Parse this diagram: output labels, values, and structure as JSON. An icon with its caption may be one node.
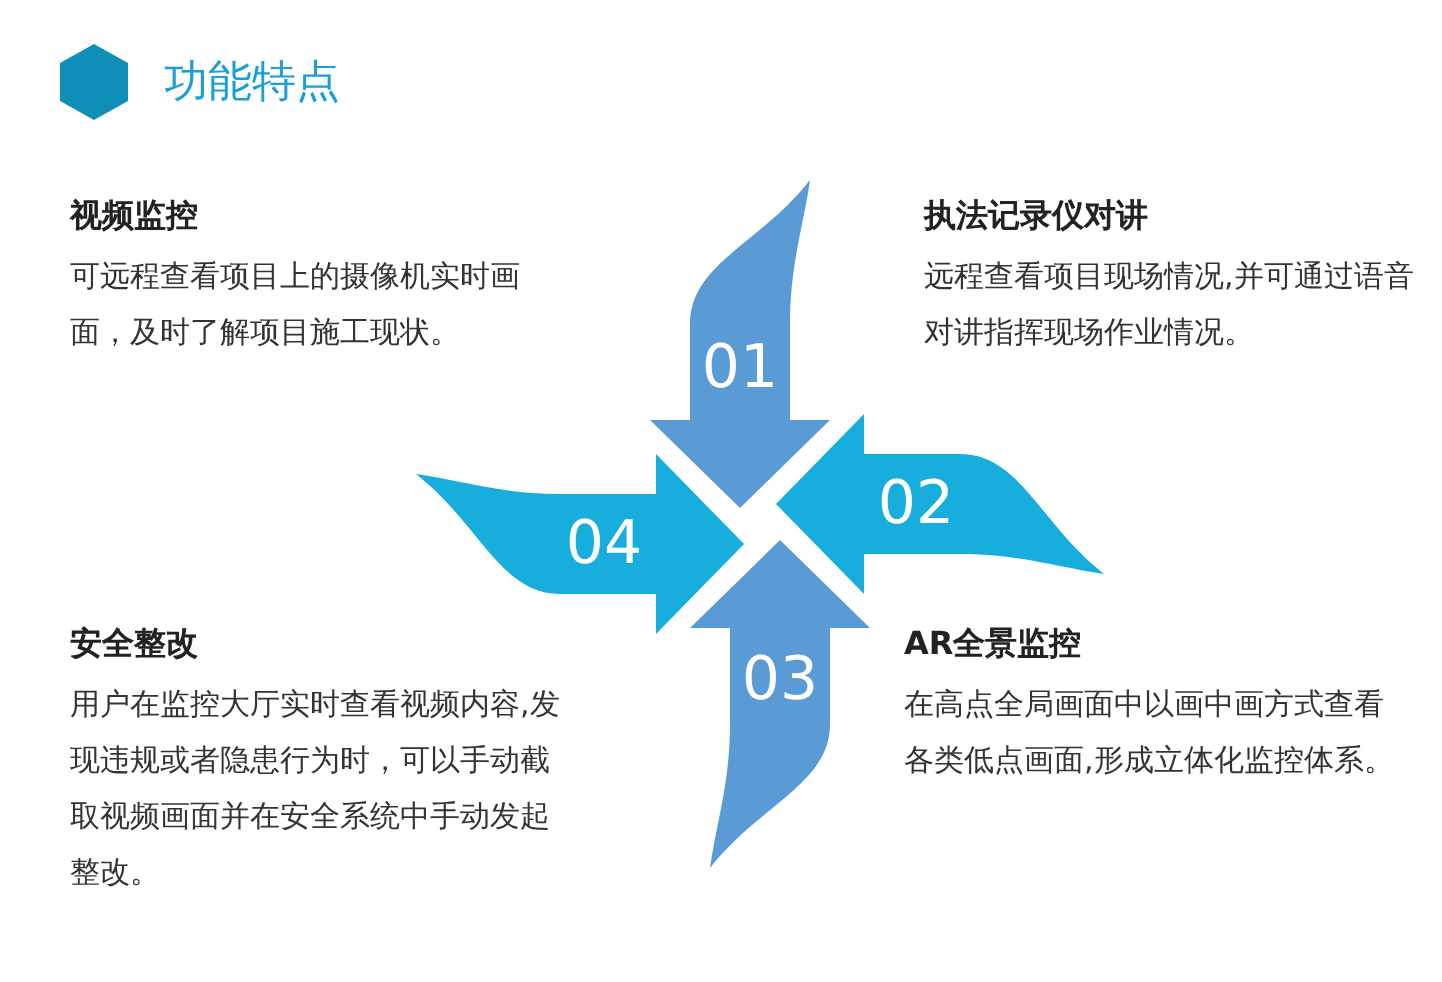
{
  "diagram": {
    "title": "功能特点",
    "nodes": [
      {
        "text": [
          "01"
        ]
      },
      {
        "text": [
          "02"
        ]
      },
      {
        "text": [
          "03"
        ]
      },
      {
        "text": [
          "04"
        ]
      }
    ],
    "labels": [
      "视频监控",
      "可远程查看项目上的摄像机实时画面，及时了解项目施工现状。",
      "执法记录仪对讲",
      "远程查看项目现场情况,并可通过语音对讲指挥现场作业情况。",
      "安全整改",
      "用户在监控大厅实时查看视频内容,发现违规或者隐患行为时，可以手动截取视频画面并在安全系统中手动发起整改。",
      "AR全景监控",
      "在高点全局画面中以画中画方式查看各类低点画面,形成立体化监控体系。"
    ]
  }
}
